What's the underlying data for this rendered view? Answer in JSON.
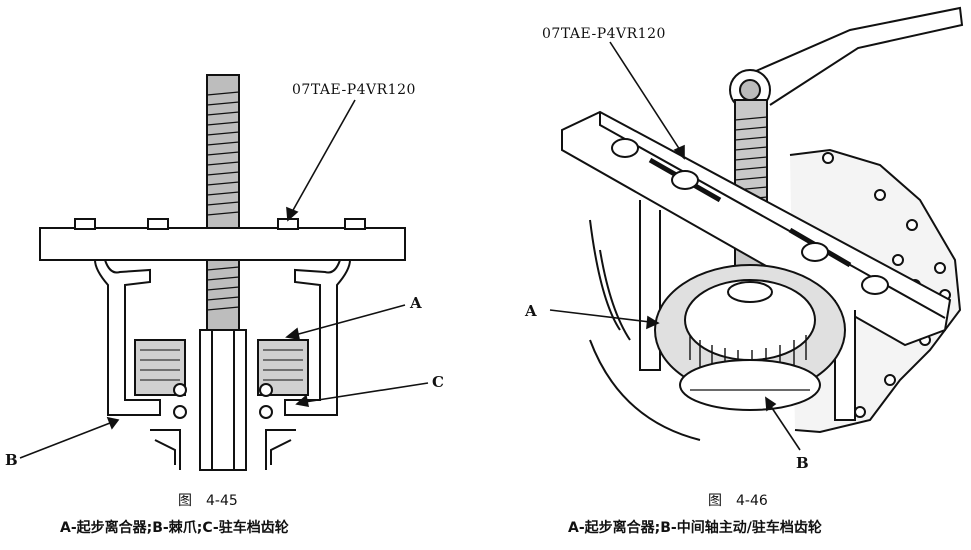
{
  "left_figure": {
    "tool_label": "07TAE-P4VR120",
    "callouts": [
      "A",
      "B",
      "C"
    ],
    "figure_caption": "图　4-45",
    "legend": "A-起步离合器;B-棘爪;C-驻车档齿轮"
  },
  "right_figure": {
    "tool_label": "07TAE-P4VR120",
    "callouts": [
      "A",
      "B"
    ],
    "figure_caption": "图　4-46",
    "legend": "A-起步离合器;B-中间轴主动/驻车档齿轮"
  },
  "colors": {
    "ink": "#111111",
    "paper": "#ffffff",
    "shade": "#cfcfcf"
  }
}
